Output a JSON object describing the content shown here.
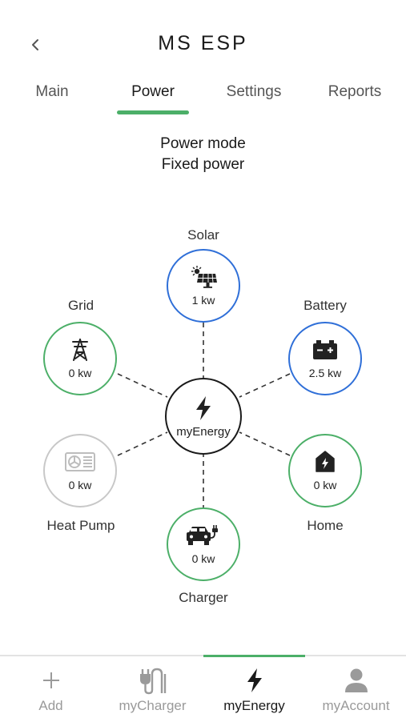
{
  "header": {
    "title": "MS ESP"
  },
  "tabs": [
    {
      "label": "Main"
    },
    {
      "label": "Power",
      "active": true
    },
    {
      "label": "Settings"
    },
    {
      "label": "Reports"
    }
  ],
  "power_mode": {
    "title": "Power mode",
    "value": "Fixed power"
  },
  "energy_nodes": {
    "center": {
      "label": "myEnergy",
      "icon": "lightning-bolt-icon",
      "color": "#1a1a1a"
    },
    "solar": {
      "label": "Solar",
      "value": "1 kw",
      "icon": "solar-panel-icon",
      "color": "#2f6fd8"
    },
    "grid": {
      "label": "Grid",
      "value": "0 kw",
      "icon": "power-tower-icon",
      "color": "#4caf68"
    },
    "battery": {
      "label": "Battery",
      "value": "2.5 kw",
      "icon": "battery-icon",
      "color": "#2f6fd8"
    },
    "heat_pump": {
      "label": "Heat Pump",
      "value": "0 kw",
      "icon": "heat-pump-icon",
      "color": "#c8c8c8"
    },
    "home": {
      "label": "Home",
      "value": "0 kw",
      "icon": "home-icon",
      "color": "#4caf68"
    },
    "charger": {
      "label": "Charger",
      "value": "0 kw",
      "icon": "car-charger-icon",
      "color": "#4caf68"
    }
  },
  "bottom_nav": [
    {
      "label": "Add",
      "icon": "plus-icon"
    },
    {
      "label": "myCharger",
      "icon": "charger-plug-icon"
    },
    {
      "label": "myEnergy",
      "icon": "lightning-bolt-icon",
      "active": true
    },
    {
      "label": "myAccount",
      "icon": "person-icon"
    }
  ],
  "colors": {
    "accent_green": "#4caf68",
    "accent_blue": "#2f6fd8",
    "inactive_gray": "#c8c8c8"
  }
}
